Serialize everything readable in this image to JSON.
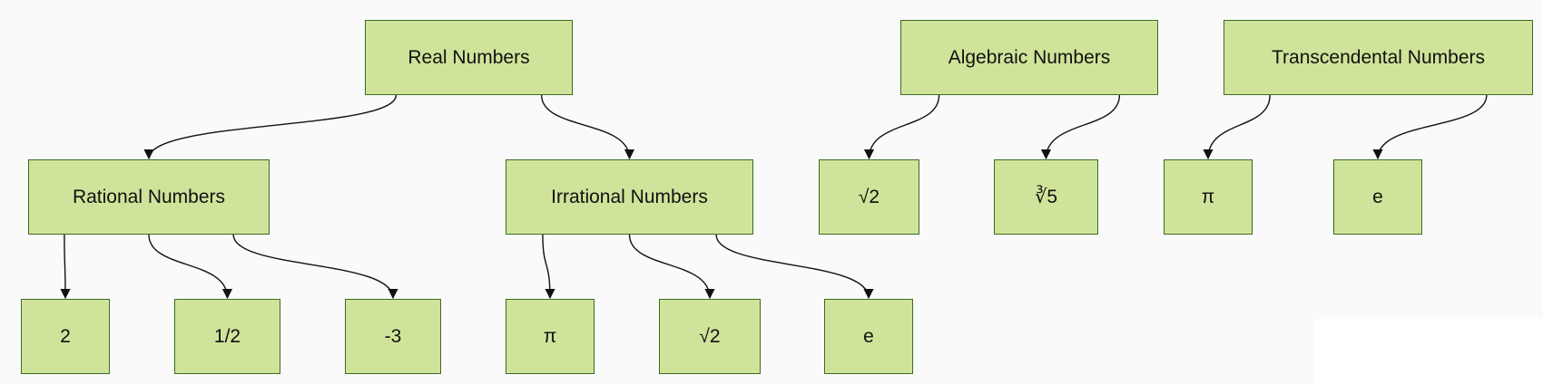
{
  "colors": {
    "node_fill": "#cfe49a",
    "node_border": "#3d6b22",
    "edge": "#111111",
    "background": "#fafafa"
  },
  "nodes": {
    "real": "Real Numbers",
    "rational": "Rational Numbers",
    "irrational": "Irrational Numbers",
    "r_two": "2",
    "r_half": "1/2",
    "r_neg_three": "-3",
    "i_pi": "π",
    "i_sqrt2": "√2",
    "i_e": "e",
    "algebraic": "Algebraic Numbers",
    "a_sqrt2": "√2",
    "a_cbrt5": "∛5",
    "transcendental": "Transcendental Numbers",
    "t_pi": "π",
    "t_e": "e"
  },
  "edges": [
    [
      "real",
      "rational"
    ],
    [
      "real",
      "irrational"
    ],
    [
      "rational",
      "r_two"
    ],
    [
      "rational",
      "r_half"
    ],
    [
      "rational",
      "r_neg_three"
    ],
    [
      "irrational",
      "i_pi"
    ],
    [
      "irrational",
      "i_sqrt2"
    ],
    [
      "irrational",
      "i_e"
    ],
    [
      "algebraic",
      "a_sqrt2"
    ],
    [
      "algebraic",
      "a_cbrt5"
    ],
    [
      "transcendental",
      "t_pi"
    ],
    [
      "transcendental",
      "t_e"
    ]
  ]
}
